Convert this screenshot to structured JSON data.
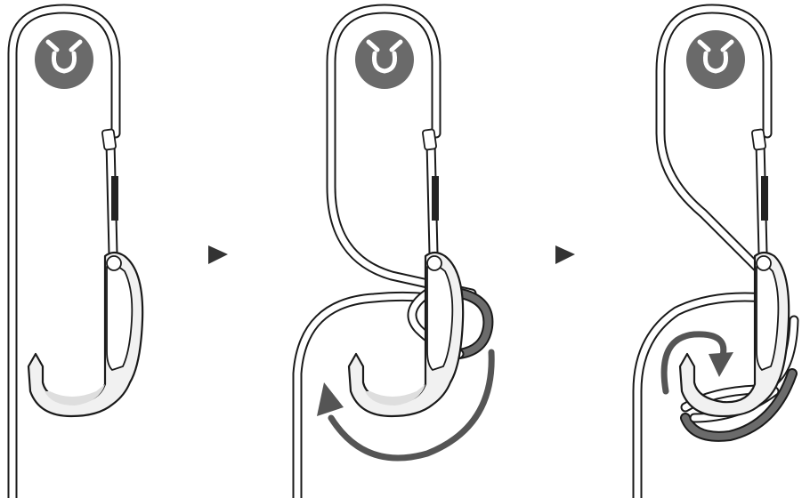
{
  "diagram": {
    "steps": [
      {
        "id": "step-1",
        "icon": "rope-hook-icon"
      },
      {
        "id": "step-2",
        "icon": "rope-hook-icon"
      },
      {
        "id": "step-3",
        "icon": "rope-hook-icon"
      }
    ],
    "step_separator_icon": "play-triangle-icon",
    "colors": {
      "rope_outline": "#1a1a1a",
      "rope_fill": "#ffffff",
      "badge": "#6a6a6a",
      "motion_arrow": "#555555",
      "highlight_loop": "#6b6b6b"
    }
  }
}
